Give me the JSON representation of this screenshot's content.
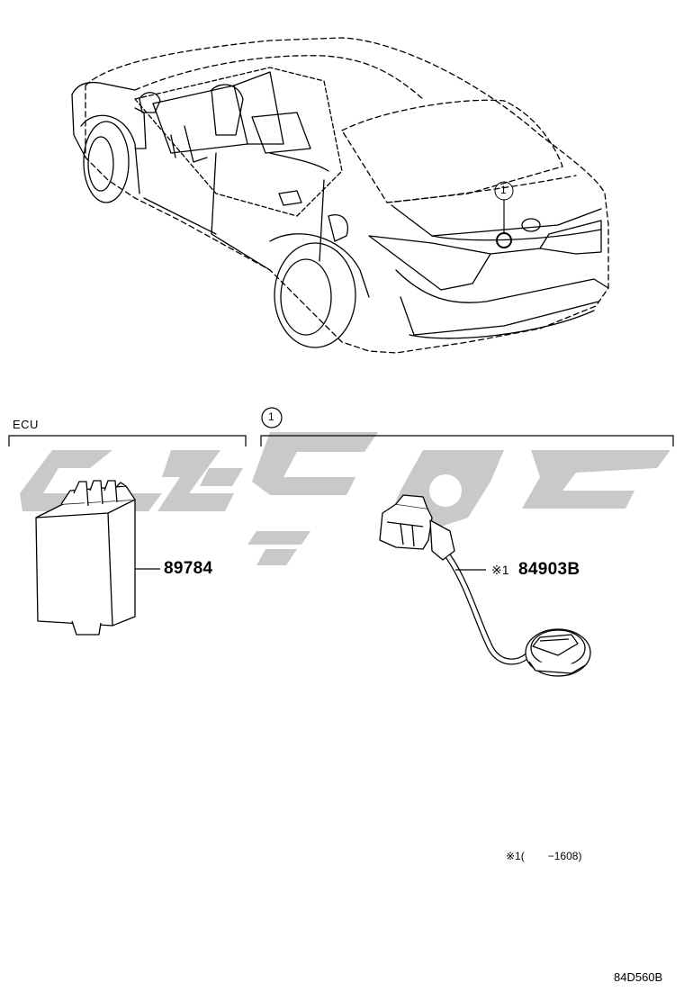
{
  "callouts": {
    "car_callout": "1",
    "group_callout": "1"
  },
  "groups": {
    "ecu_label": "ECU"
  },
  "parts": [
    {
      "part_number": "89784"
    },
    {
      "prefix": "※1",
      "part_number": "84903B"
    }
  ],
  "footnote": {
    "marker": "※1",
    "open_paren": "(",
    "range": "−1608)"
  },
  "diagram_code": "84D560B",
  "colors": {
    "watermark": "#c9c9c9",
    "line": "#000000"
  }
}
